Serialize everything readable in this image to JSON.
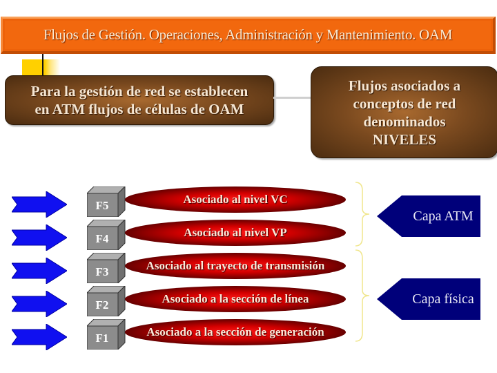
{
  "title": "Flujos de Gestión. Operaciones, Administración y Mantenimiento. OAM",
  "intro_box": {
    "line1": "Para la gestión de red se establecen",
    "line2": "en ATM flujos de células de OAM"
  },
  "levels_box": {
    "line1": "Flujos asociados a",
    "line2": "conceptos de red",
    "line3": "denominados",
    "line4": "NIVELES"
  },
  "flows": [
    {
      "id": "F5",
      "description": "Asociado al nivel VC"
    },
    {
      "id": "F4",
      "description": "Asociado al nivel VP"
    },
    {
      "id": "F3",
      "description": "Asociado al trayecto de transmisión"
    },
    {
      "id": "F2",
      "description": "Asociado a la sección de línea"
    },
    {
      "id": "F1",
      "description": "Asociado a la sección de generación"
    }
  ],
  "layers": [
    {
      "label": "Capa ATM",
      "flows": [
        "F5",
        "F4"
      ]
    },
    {
      "label": "Capa física",
      "flows": [
        "F3",
        "F2",
        "F1"
      ]
    }
  ],
  "colors": {
    "title_bar": "#f2680e",
    "brown_box": "#7b4a1f",
    "arrow_blue": "#1010f0",
    "cube_gray": "#8a8a8a",
    "pill_red": "#d20000",
    "tag_navy": "#00007a",
    "brace_yellow": "#f0e68c"
  }
}
